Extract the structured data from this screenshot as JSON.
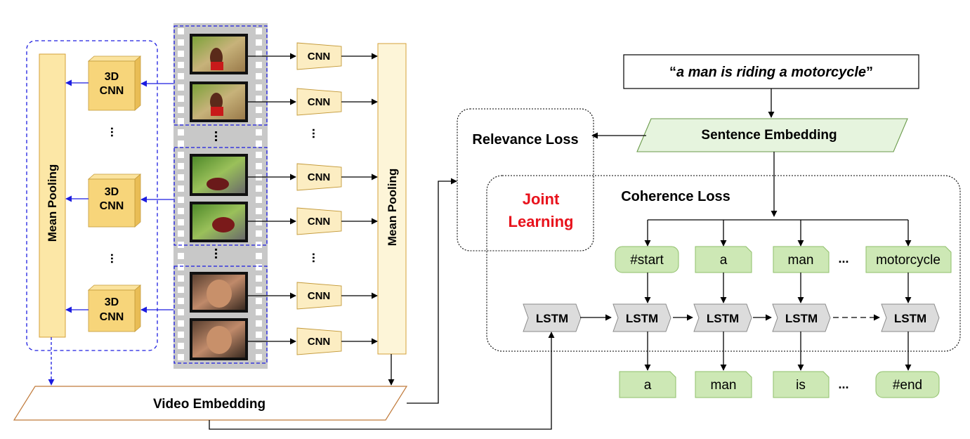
{
  "quote_text": "a man is riding a motorcycle",
  "sentence_embedding": "Sentence Embedding",
  "relevance_loss": "Relevance Loss",
  "coherence_loss": "Coherence Loss",
  "joint_learning": [
    "Joint",
    "Learning"
  ],
  "video_embedding": "Video Embedding",
  "mean_pooling_left": "Mean Pooling",
  "mean_pooling_right": "Mean Pooling",
  "cnn3d_label": [
    "3D",
    "CNN"
  ],
  "cnn_label": "CNN",
  "lstm_label": "LSTM",
  "ellipsis": "...",
  "input_tokens": [
    "#start",
    "a",
    "man",
    "motorcycle"
  ],
  "output_tokens": [
    "a",
    "man",
    "is",
    "#end"
  ],
  "colors": {
    "mean_pool_fill": "#fce7a6",
    "mean_pool_stroke": "#d4a13a",
    "cnn3d_fill": "#f7d57a",
    "cnn_fill": "#fcedc2",
    "token_fill": "#cde8b5",
    "token_stroke": "#8fbf6a",
    "lstm_fill": "#dcdcdc",
    "dashed_blue": "#2a2aee",
    "video_stroke": "#c07a3a",
    "joint_red": "#e8121c",
    "film_gray": "#c8c8c8"
  }
}
